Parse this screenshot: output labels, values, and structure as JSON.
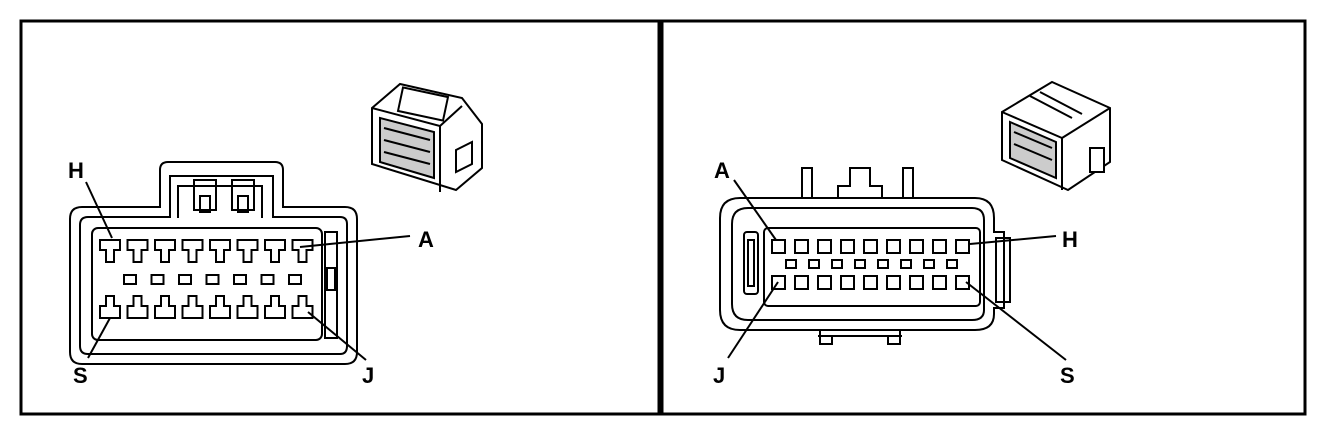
{
  "left_view": {
    "labels": {
      "top_left": "H",
      "top_right": "A",
      "bottom_left": "S",
      "bottom_right": "J"
    }
  },
  "right_view": {
    "labels": {
      "top_left": "A",
      "top_right": "H",
      "bottom_left": "J",
      "bottom_right": "S"
    }
  },
  "colors": {
    "line": "#000000",
    "background": "#ffffff"
  }
}
